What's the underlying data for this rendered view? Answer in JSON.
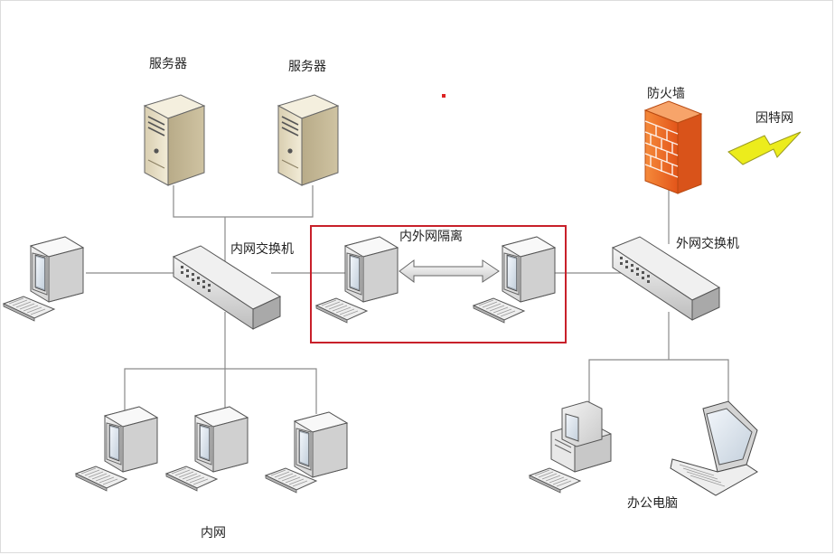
{
  "labels": {
    "server_1": "服务器",
    "server_2": "服务器",
    "firewall": "防火墙",
    "internet": "因特网",
    "inner_switch": "内网交换机",
    "isolation": "内外网隔离",
    "outer_switch": "外网交换机",
    "inner_network": "内网",
    "office_pc": "办公电脑"
  },
  "colors": {
    "isolation_box": "#c8202a",
    "firewall": "#f06a24",
    "lightning": "#e8e81a"
  }
}
